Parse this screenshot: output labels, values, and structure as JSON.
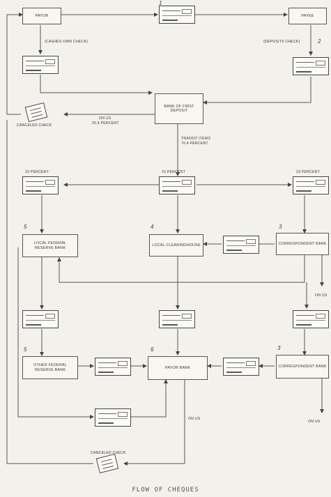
{
  "title": "FLOW OF CHEQUES",
  "nodes": {
    "payor": "PAYOR",
    "payee": "PAYEE",
    "bank_first_deposit": "BANK OF FIRST DEPOSIT",
    "local_frb": "LOCAL FEDERAL RESERVE BANK",
    "local_clearinghouse": "LOCAL CLEARINGHOUSE",
    "correspondent_1": "CORRESPONDENT BANK",
    "other_frb": "OTHER FEDERAL RESERVE BANK",
    "payor_bank": "PAYOR BANK",
    "correspondent_2": "CORRESPONDENT BANK"
  },
  "labels": {
    "cashes_own": "(CASHES OWN CHECK)",
    "deposits": "(DEPOSITS CHECK)",
    "canceled_check_1": "CANCELED CHECK",
    "on_us_1": "ON US",
    "on_us_1_pct": "25.6 PERCENT",
    "transit_items": "TRANSIT ITEMS",
    "transit_pct": "70.4 PERCENT",
    "pct_32": "32 PERCENT",
    "pct_15": "15 PERCENT",
    "pct_23": "23 PERCENT",
    "on_us_2": "ON US",
    "on_us_3": "ON US",
    "on_us_4": "ON US",
    "canceled_check_2": "CANCELED CHECK"
  },
  "numbers": {
    "n1": "1",
    "n2": "2",
    "n3a": "3",
    "n4": "4",
    "n5a": "5",
    "n5b": "5",
    "n6": "6",
    "n3b": "3"
  }
}
